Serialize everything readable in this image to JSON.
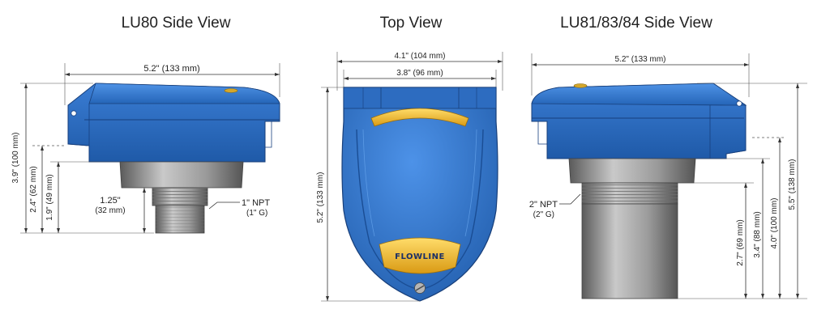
{
  "views": {
    "lu80": {
      "title": "LU80 Side View",
      "width_label": "5.2\" (133 mm)",
      "h_total": "3.9\" (100 mm)",
      "h_mid": "2.4\" (62 mm)",
      "h_low": "1.9\" (49 mm)",
      "thread_len_in": "1.25\"",
      "thread_len_mm": "(32 mm)",
      "npt": "1\" NPT",
      "npt_g": "(1\" G)"
    },
    "top": {
      "title": "Top View",
      "outer_width": "4.1\" (104 mm)",
      "inner_width": "3.8\" (96 mm)",
      "height": "5.2\" (133 mm)",
      "brand": "FLOWLINE"
    },
    "lu81": {
      "title": "LU81/83/84 Side View",
      "width_label": "5.2\" (133 mm)",
      "npt": "2\" NPT",
      "npt_g": "(2\" G)",
      "h_1": "2.7\" (69 mm)",
      "h_2": "3.4\" (88 mm)",
      "h_3": "4.0\" (100 mm)",
      "h_4": "5.5\" (138 mm)"
    }
  },
  "colors": {
    "housing_blue": "#2f72c8",
    "housing_dark": "#1d4f96",
    "lens_yellow": "#f5c33b",
    "body_gray": "#8a8a8a"
  }
}
